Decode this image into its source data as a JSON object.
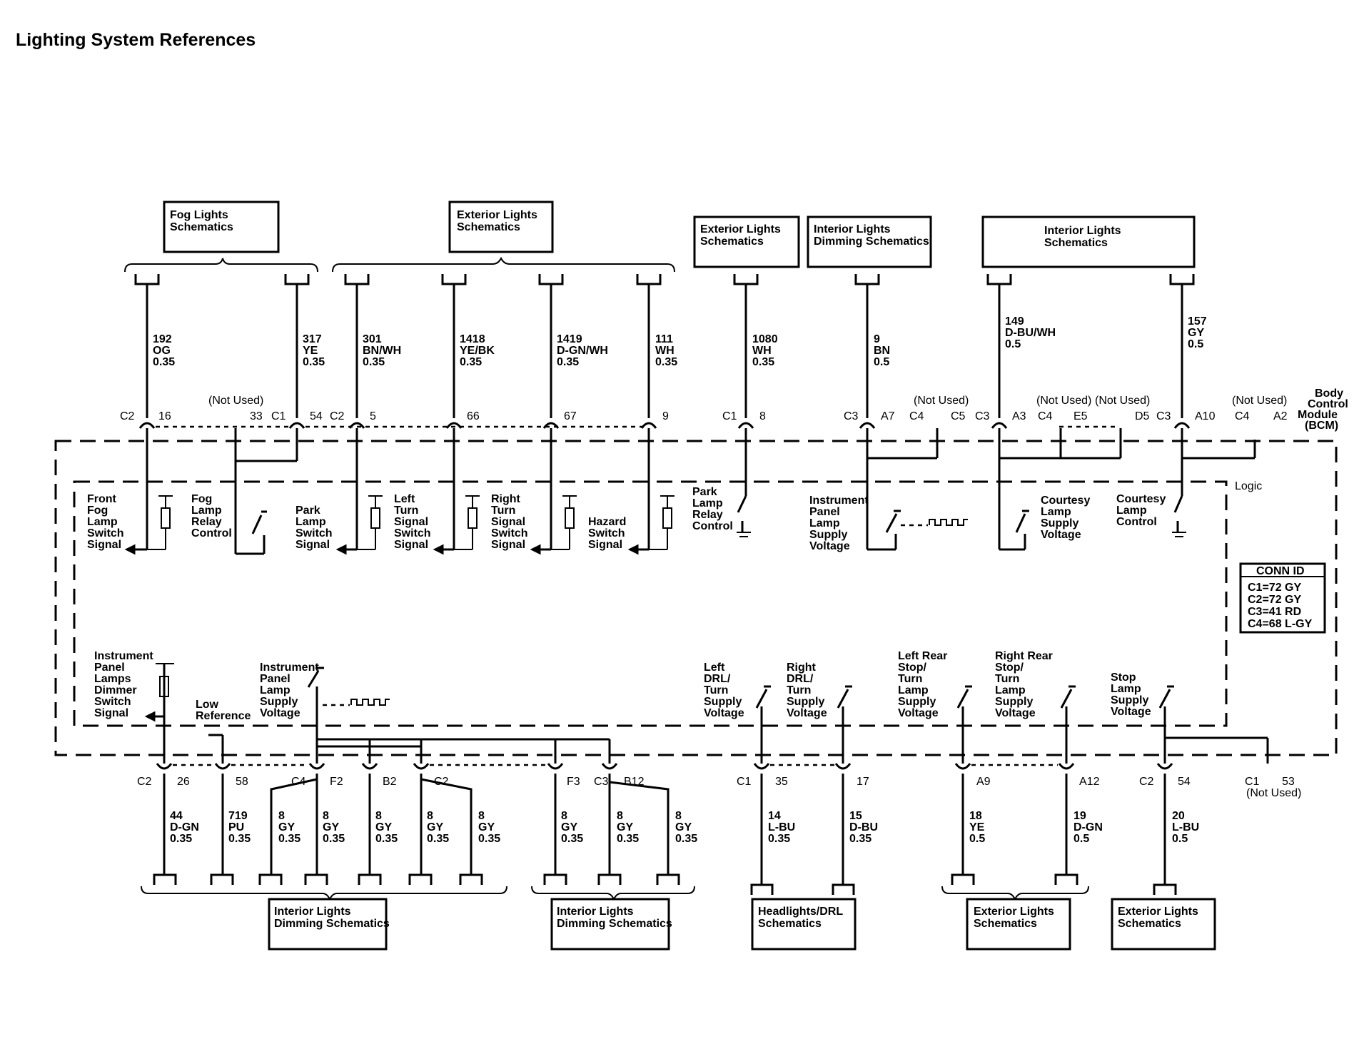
{
  "title": "Lighting System References",
  "module_label": [
    "Body",
    "Control",
    "Module",
    "(BCM)"
  ],
  "logic_label": "Logic",
  "conn_id": {
    "header": "CONN ID",
    "rows": [
      "C1=72 GY",
      "C2=72 GY",
      "C3=41 RD",
      "C4=68 L-GY"
    ]
  },
  "top_boxes": [
    [
      "Fog Lights",
      "Schematics"
    ],
    [
      "Exterior Lights",
      "Schematics"
    ],
    [
      "Exterior Lights",
      "Schematics"
    ],
    [
      "Interior Lights",
      "Dimming Schematics"
    ],
    [
      "Interior Lights",
      "Schematics"
    ]
  ],
  "bottom_boxes": [
    [
      "Interior Lights",
      "Dimming Schematics"
    ],
    [
      "Interior Lights",
      "Dimming Schematics"
    ],
    [
      "Headlights/DRL",
      "Schematics"
    ],
    [
      "Exterior Lights",
      "Schematics"
    ],
    [
      "Exterior Lights",
      "Schematics"
    ]
  ],
  "top_wires": [
    [
      "192",
      "OG",
      "0.35"
    ],
    [
      "317",
      "YE",
      "0.35"
    ],
    [
      "301",
      "BN/WH",
      "0.35"
    ],
    [
      "1418",
      "YE/BK",
      "0.35"
    ],
    [
      "1419",
      "D-GN/WH",
      "0.35"
    ],
    [
      "111",
      "WH",
      "0.35"
    ],
    [
      "1080",
      "WH",
      "0.35"
    ],
    [
      "9",
      "BN",
      "0.5"
    ],
    [
      "149",
      "D-BU/WH",
      "0.5"
    ],
    [
      "157",
      "GY",
      "0.5"
    ]
  ],
  "top_pins": {
    "c2a": "C2",
    "p16": "16",
    "not_used_a": "(Not Used)",
    "p33": "33",
    "c1a": "C1",
    "p54": "54",
    "c2b": "C2",
    "p5": "5",
    "p66": "66",
    "p67": "67",
    "p9": "9",
    "c1b": "C1",
    "p8": "8",
    "c3a": "C3",
    "a7": "A7",
    "c4a": "C4",
    "not_used_b": "(Not Used)",
    "c5": "C5",
    "c3b": "C3",
    "a3": "A3",
    "c4b": "C4",
    "not_used_c": "(Not Used)",
    "e5": "E5",
    "not_used_d": "(Not Used)",
    "d5": "D5",
    "c3c": "C3",
    "a10": "A10",
    "c4c": "C4",
    "not_used_e": "(Not Used)",
    "a2": "A2"
  },
  "upper_circuits": [
    [
      "Front",
      "Fog",
      "Lamp",
      "Switch",
      "Signal"
    ],
    [
      "Fog",
      "Lamp",
      "Relay",
      "Control"
    ],
    [
      "Park",
      "Lamp",
      "Switch",
      "Signal"
    ],
    [
      "Left",
      "Turn",
      "Signal",
      "Switch",
      "Signal"
    ],
    [
      "Right",
      "Turn",
      "Signal",
      "Switch",
      "Signal"
    ],
    [
      "Hazard",
      "Switch",
      "Signal"
    ],
    [
      "Park",
      "Lamp",
      "Relay",
      "Control"
    ],
    [
      "Instrument",
      "Panel",
      "Lamp",
      "Supply",
      "Voltage"
    ],
    [
      "Courtesy",
      "Lamp",
      "Supply",
      "Voltage"
    ],
    [
      "Courtesy",
      "Lamp",
      "Control"
    ]
  ],
  "lower_circuits": [
    [
      "Instrument",
      "Panel",
      "Lamps",
      "Dimmer",
      "Switch",
      "Signal"
    ],
    [
      "Low",
      "Reference"
    ],
    [
      "Instrument",
      "Panel",
      "Lamp",
      "Supply",
      "Voltage"
    ],
    [
      "Left",
      "DRL/",
      "Turn",
      "Supply",
      "Voltage"
    ],
    [
      "Right",
      "DRL/",
      "Turn",
      "Supply",
      "Voltage"
    ],
    [
      "Left Rear",
      "Stop/",
      "Turn",
      "Lamp",
      "Supply",
      "Voltage"
    ],
    [
      "Right Rear",
      "Stop/",
      "Turn",
      "Lamp",
      "Supply",
      "Voltage"
    ],
    [
      "Stop",
      "Lamp",
      "Supply",
      "Voltage"
    ]
  ],
  "bottom_pins": {
    "c2a": "C2",
    "p26": "26",
    "p58": "58",
    "c4": "C4",
    "f2": "F2",
    "b2": "B2",
    "c2b": "C2",
    "f3": "F3",
    "c3": "C3",
    "b12": "B12",
    "c1a": "C1",
    "p35": "35",
    "p17": "17",
    "a9": "A9",
    "a12": "A12",
    "c2c": "C2",
    "p54": "54",
    "c1b": "C1",
    "p53": "53",
    "not_used": "(Not Used)"
  },
  "bottom_wires": [
    [
      "44",
      "D-GN",
      "0.35"
    ],
    [
      "719",
      "PU",
      "0.35"
    ],
    [
      "8",
      "GY",
      "0.35"
    ],
    [
      "8",
      "GY",
      "0.35"
    ],
    [
      "8",
      "GY",
      "0.35"
    ],
    [
      "8",
      "GY",
      "0.35"
    ],
    [
      "8",
      "GY",
      "0.35"
    ],
    [
      "8",
      "GY",
      "0.35"
    ],
    [
      "8",
      "GY",
      "0.35"
    ],
    [
      "8",
      "GY",
      "0.35"
    ],
    [
      "14",
      "L-BU",
      "0.35"
    ],
    [
      "15",
      "D-BU",
      "0.35"
    ],
    [
      "18",
      "YE",
      "0.5"
    ],
    [
      "19",
      "D-GN",
      "0.5"
    ],
    [
      "20",
      "L-BU",
      "0.5"
    ]
  ]
}
